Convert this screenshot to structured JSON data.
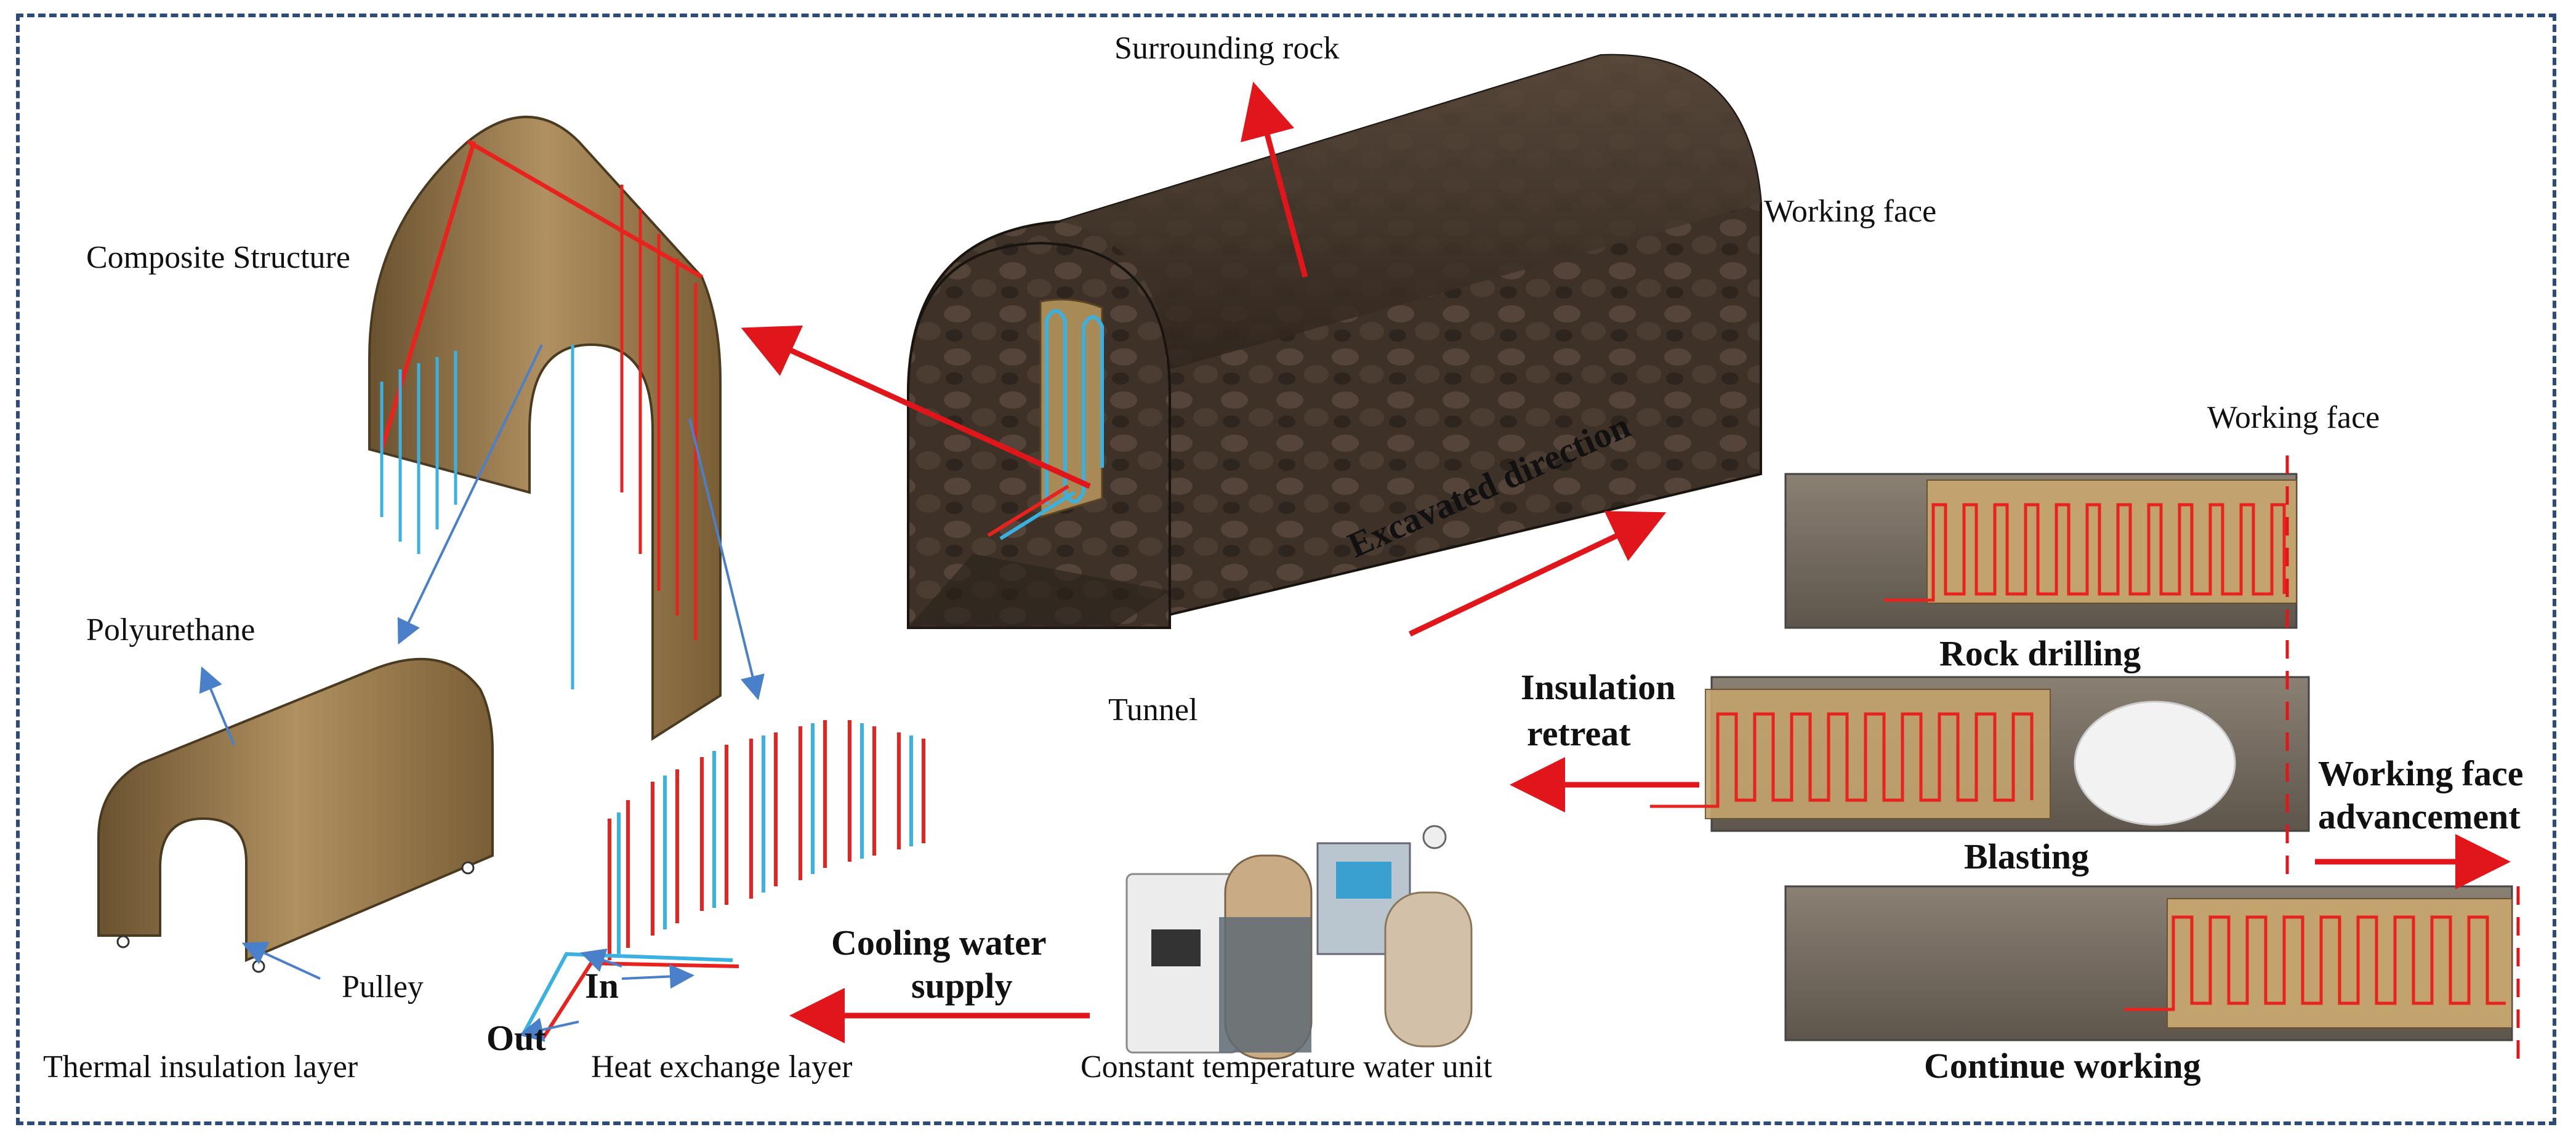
{
  "labels": {
    "surrounding_rock": "Surrounding rock",
    "working_face_top": "Working face",
    "composite_structure": "Composite Structure",
    "polyurethane": "Polyurethane",
    "pulley": "Pulley",
    "thermal_insulation_layer": "Thermal insulation layer",
    "heat_exchange_layer": "Heat exchange layer",
    "in_label": "In",
    "out_label": "Out",
    "cooling_water_supply_1": "Cooling water",
    "cooling_water_supply_2": "supply",
    "constant_temp_unit": "Constant temperature water unit",
    "tunnel": "Tunnel",
    "excavated_direction": "Excavated direction",
    "working_face_right": "Working face",
    "rock_drilling": "Rock drilling",
    "insulation_retreat_1": "Insulation",
    "insulation_retreat_2": "retreat",
    "blasting": "Blasting",
    "working_face_adv_1": "Working face",
    "working_face_adv_2": "advancement",
    "continue_working": "Continue working"
  },
  "colors": {
    "frame": "#2c4a7a",
    "arrow_red": "#e0161b",
    "arrow_blue": "#4a7fc9",
    "pipe_red": "#e8231e",
    "pipe_blue": "#3ab1e0",
    "wood": "#a08050",
    "rock": "#4a3c30"
  }
}
